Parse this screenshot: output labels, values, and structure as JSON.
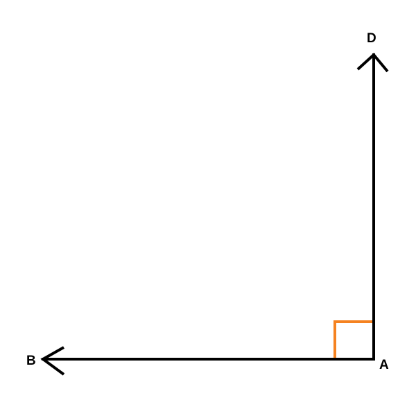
{
  "diagram": {
    "points": {
      "a": "A",
      "b": "B",
      "d": "D"
    },
    "colors": {
      "ray": "#000000",
      "right_angle_marker": "#f58220",
      "background": "#ffffff"
    }
  }
}
